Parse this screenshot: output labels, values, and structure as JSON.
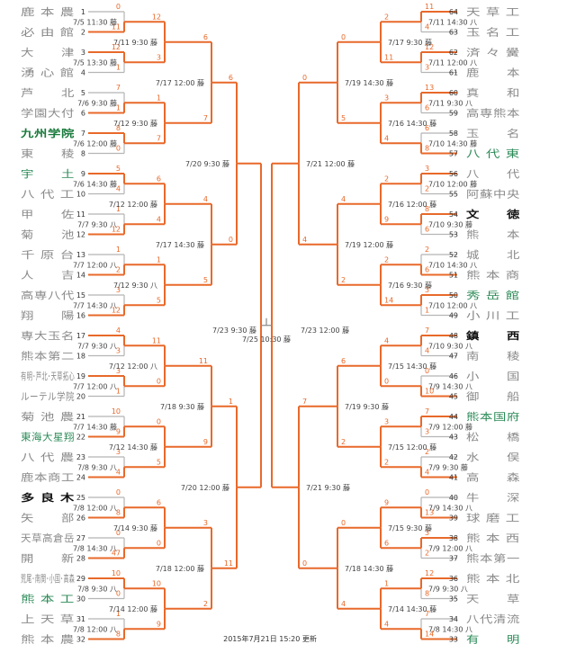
{
  "left_teams": [
    {
      "num": "1",
      "name": "鹿 本 農",
      "style": "loser"
    },
    {
      "num": "2",
      "name": "必 由 館",
      "style": "loser"
    },
    {
      "num": "3",
      "name": "大　　津",
      "style": "loser"
    },
    {
      "num": "4",
      "name": "湧 心 館",
      "style": "loser"
    },
    {
      "num": "5",
      "name": "芦　　北",
      "style": "loser"
    },
    {
      "num": "6",
      "name": "学園大付",
      "style": "loser"
    },
    {
      "num": "7",
      "name": "九州学院",
      "style": "big_green"
    },
    {
      "num": "8",
      "name": "東　　稜",
      "style": "loser"
    },
    {
      "num": "9",
      "name": "宇　　土",
      "style": "green"
    },
    {
      "num": "10",
      "name": "八 代 工",
      "style": "loser"
    },
    {
      "num": "11",
      "name": "甲　　佐",
      "style": "loser"
    },
    {
      "num": "12",
      "name": "菊　　池",
      "style": "loser"
    },
    {
      "num": "13",
      "name": "千 原 台",
      "style": "loser"
    },
    {
      "num": "14",
      "name": "人　　吉",
      "style": "loser"
    },
    {
      "num": "15",
      "name": "高専八代",
      "style": "loser"
    },
    {
      "num": "16",
      "name": "翔　　陽",
      "style": "loser"
    },
    {
      "num": "17",
      "name": "専大玉名",
      "style": "loser"
    },
    {
      "num": "18",
      "name": "熊本第二",
      "style": "loser"
    },
    {
      "num": "19",
      "name": "有明･芦北･天草拓心",
      "style": "loser"
    },
    {
      "num": "20",
      "name": "ルーテル学院",
      "style": "loser"
    },
    {
      "num": "21",
      "name": "菊 池 農",
      "style": "loser"
    },
    {
      "num": "22",
      "name": "東海大星翔",
      "style": "green"
    },
    {
      "num": "23",
      "name": "八 代 農",
      "style": "loser"
    },
    {
      "num": "24",
      "name": "鹿本商工",
      "style": "loser"
    },
    {
      "num": "25",
      "name": "多 良 木",
      "style": "big_black"
    },
    {
      "num": "26",
      "name": "矢　　部",
      "style": "loser"
    },
    {
      "num": "27",
      "name": "天草高倉岳",
      "style": "loser"
    },
    {
      "num": "28",
      "name": "開　　新",
      "style": "loser"
    },
    {
      "num": "29",
      "name": "荒尾･南関･小国･高森",
      "style": "loser"
    },
    {
      "num": "30",
      "name": "熊 本 工",
      "style": "green"
    },
    {
      "num": "31",
      "name": "上 天 草",
      "style": "loser"
    },
    {
      "num": "32",
      "name": "熊 本 農",
      "style": "loser"
    }
  ],
  "right_teams": [
    {
      "num": "64",
      "name": "天 草 工",
      "style": "loser"
    },
    {
      "num": "63",
      "name": "玉 名 工",
      "style": "loser"
    },
    {
      "num": "62",
      "name": "済 々 黌",
      "style": "loser"
    },
    {
      "num": "61",
      "name": "鹿　　本",
      "style": "loser"
    },
    {
      "num": "60",
      "name": "真　　和",
      "style": "loser"
    },
    {
      "num": "59",
      "name": "高専熊本",
      "style": "loser"
    },
    {
      "num": "58",
      "name": "玉　　名",
      "style": "loser"
    },
    {
      "num": "57",
      "name": "八 代 東",
      "style": "green"
    },
    {
      "num": "56",
      "name": "八　　代",
      "style": "loser"
    },
    {
      "num": "55",
      "name": "阿蘇中央",
      "style": "loser"
    },
    {
      "num": "54",
      "name": "文　　徳",
      "style": "big_black"
    },
    {
      "num": "53",
      "name": "熊　　本",
      "style": "loser"
    },
    {
      "num": "52",
      "name": "城　　北",
      "style": "loser"
    },
    {
      "num": "51",
      "name": "熊 本 商",
      "style": "loser"
    },
    {
      "num": "50",
      "name": "秀 岳 館",
      "style": "green"
    },
    {
      "num": "49",
      "name": "小 川 工",
      "style": "loser"
    },
    {
      "num": "48",
      "name": "鎮　　西",
      "style": "big_black"
    },
    {
      "num": "47",
      "name": "南　　稜",
      "style": "loser"
    },
    {
      "num": "46",
      "name": "小　　国",
      "style": "loser"
    },
    {
      "num": "45",
      "name": "御　　船",
      "style": "loser"
    },
    {
      "num": "44",
      "name": "熊本国府",
      "style": "green"
    },
    {
      "num": "43",
      "name": "松　　橋",
      "style": "loser"
    },
    {
      "num": "42",
      "name": "水　　俣",
      "style": "loser"
    },
    {
      "num": "41",
      "name": "高　　森",
      "style": "loser"
    },
    {
      "num": "40",
      "name": "牛　　深",
      "style": "loser"
    },
    {
      "num": "39",
      "name": "球 磨 工",
      "style": "loser"
    },
    {
      "num": "38",
      "name": "熊 本 西",
      "style": "loser"
    },
    {
      "num": "37",
      "name": "熊本第一",
      "style": "loser"
    },
    {
      "num": "36",
      "name": "熊 本 北",
      "style": "loser"
    },
    {
      "num": "35",
      "name": "天　　草",
      "style": "loser"
    },
    {
      "num": "34",
      "name": "八代清流",
      "style": "loser"
    },
    {
      "num": "33",
      "name": "有　　明",
      "style": "green"
    }
  ],
  "left_r1": [
    {
      "time": "7/5 11:30 藤",
      "s": [
        "0",
        "11"
      ],
      "w": 1
    },
    {
      "time": "7/5 13:30 藤",
      "s": [
        "12",
        "1"
      ],
      "w": 0
    },
    {
      "time": "7/6 9:30 藤",
      "s": [
        "7",
        "1"
      ],
      "w": 1
    },
    {
      "time": "7/6 12:00 藤",
      "s": [
        "8",
        "0"
      ],
      "w": 0
    },
    {
      "time": "7/6 14:30 藤",
      "s": [
        "5",
        "4"
      ],
      "w": 0
    },
    {
      "time": "7/7 9:30 八",
      "s": [
        "1",
        "12"
      ],
      "w": 1
    },
    {
      "time": "7/7 12:00 八",
      "s": [
        "1",
        "2"
      ],
      "w": 1
    },
    {
      "time": "7/7 14:30 八",
      "s": [
        "3",
        "12"
      ],
      "w": 1
    },
    {
      "time": "7/7 9:30 八",
      "s": [
        "4",
        "3"
      ],
      "w": 0
    },
    {
      "time": "7/7 12:00 八",
      "s": [
        "3",
        "1"
      ],
      "w": 0
    },
    {
      "time": "7/7 14:30 藤",
      "s": [
        "10",
        "9"
      ],
      "w": 1
    },
    {
      "time": "7/8 9:30 八",
      "s": [
        "3",
        "4"
      ],
      "w": 1
    },
    {
      "time": "7/8 12:00 八",
      "s": [
        "0",
        "8"
      ],
      "w": 1
    },
    {
      "time": "7/8 14:30 八",
      "s": [
        "0",
        "47"
      ],
      "w": 1
    },
    {
      "time": "7/8 9:30 八",
      "s": [
        "10",
        "0"
      ],
      "w": 0
    },
    {
      "time": "7/8 12:00 八",
      "s": [
        "1",
        "8"
      ],
      "w": 1
    }
  ],
  "left_r2": [
    {
      "time": "7/11 9:30 藤",
      "s": [
        "12",
        "3"
      ],
      "w": 0
    },
    {
      "time": "7/12 9:30 藤",
      "s": [
        "1",
        "7"
      ],
      "w": 1
    },
    {
      "time": "7/12 12:00 藤",
      "s": [
        "6",
        "4"
      ],
      "w": 0
    },
    {
      "time": "7/12 9:30 八",
      "s": [
        "1",
        "5"
      ],
      "w": 1
    },
    {
      "time": "7/12 12:00 八",
      "s": [
        "11",
        "0"
      ],
      "w": 0
    },
    {
      "time": "7/12 14:30 藤",
      "s": [
        "0",
        "5"
      ],
      "w": 1
    },
    {
      "time": "7/14 9:30 藤",
      "s": [
        "6",
        "0"
      ],
      "w": 0
    },
    {
      "time": "7/14 12:00 藤",
      "s": [
        "10",
        "9"
      ],
      "w": 0
    }
  ],
  "left_r3": [
    {
      "time": "7/17 12:00 藤",
      "s": [
        "6",
        "7"
      ],
      "w": 1
    },
    {
      "time": "7/17 14:30 藤",
      "s": [
        "4",
        "5"
      ],
      "w": 1
    },
    {
      "time": "7/18 9:30 藤",
      "s": [
        "11",
        "9"
      ],
      "w": 0
    },
    {
      "time": "7/18 12:00 藤",
      "s": [
        "3",
        "2"
      ],
      "w": 0
    }
  ],
  "left_r4": [
    {
      "time": "7/20 9:30 藤",
      "s": [
        "6",
        "0"
      ],
      "w": 0
    },
    {
      "time": "7/20 12:00 藤",
      "s": [
        "1",
        "11"
      ],
      "w": 1
    }
  ],
  "left_sf": {
    "time": "7/23 9:30 藤"
  },
  "final": {
    "time": "7/25 10:30 藤"
  },
  "right_sf": {
    "time": "7/23 12:00 藤"
  },
  "right_r4": [
    {
      "time": "7/21 12:00 藤",
      "s": [
        "0",
        "4"
      ],
      "w": 1
    },
    {
      "time": "7/21 9:30 藤",
      "s": [
        "7",
        "0"
      ],
      "w": 0
    }
  ],
  "right_r3": [
    {
      "time": "7/19 14:30 藤",
      "s": [
        "0",
        "5"
      ],
      "w": 1
    },
    {
      "time": "7/19 12:00 藤",
      "s": [
        "4",
        "2"
      ],
      "w": 0
    },
    {
      "time": "7/19 9:30 藤",
      "s": [
        "6",
        "2"
      ],
      "w": 0
    },
    {
      "time": "7/18 14:30 藤",
      "s": [
        "0",
        "4"
      ],
      "w": 1
    }
  ],
  "right_r2": [
    {
      "time": "7/17 9:30 藤",
      "s": [
        "2",
        "11"
      ],
      "w": 1
    },
    {
      "time": "7/16 14:30 藤",
      "s": [
        "3",
        "4"
      ],
      "w": 1
    },
    {
      "time": "7/16 12:00 藤",
      "s": [
        "2",
        "9"
      ],
      "w": 1
    },
    {
      "time": "7/16 9:30 藤",
      "s": [
        "2",
        "14"
      ],
      "w": 1
    },
    {
      "time": "7/15 14:30 藤",
      "s": [
        "4",
        "0"
      ],
      "w": 0
    },
    {
      "time": "7/15 12:00 藤",
      "s": [
        "3",
        "2"
      ],
      "w": 0
    },
    {
      "time": "7/15 9:30 藤",
      "s": [
        "9",
        "6"
      ],
      "w": 0
    },
    {
      "time": "7/14 14:30 藤",
      "s": [
        "1",
        "4"
      ],
      "w": 1
    }
  ],
  "right_r1": [
    {
      "time": "7/11 14:30 八",
      "s": [
        "11",
        "4"
      ],
      "w": 0
    },
    {
      "time": "7/11 12:00 八",
      "s": [
        "12",
        "3"
      ],
      "w": 0
    },
    {
      "time": "7/11 9:30 八",
      "s": [
        "13",
        "6"
      ],
      "w": 0
    },
    {
      "time": "7/10 14:30 藤",
      "s": [
        "6",
        "8"
      ],
      "w": 1
    },
    {
      "time": "7/10 12:00 藤",
      "s": [
        "3",
        "2"
      ],
      "w": 0
    },
    {
      "time": "7/10 9:30 藤",
      "s": [
        "8",
        "6"
      ],
      "w": 0
    },
    {
      "time": "7/10 14:30 八",
      "s": [
        "2",
        "6"
      ],
      "w": 1
    },
    {
      "time": "7/10 12:00 八",
      "s": [
        "3",
        "1"
      ],
      "w": 0
    },
    {
      "time": "7/10 9:30 八",
      "s": [
        "7",
        "4"
      ],
      "w": 0
    },
    {
      "time": "7/9 14:30 八",
      "s": [
        "0",
        "10"
      ],
      "w": 1
    },
    {
      "time": "7/9 12:00 藤",
      "s": [
        "7",
        "3"
      ],
      "w": 0
    },
    {
      "time": "7/9 9:30 藤",
      "s": [
        "2",
        "4"
      ],
      "w": 1
    },
    {
      "time": "7/9 14:30 八",
      "s": [
        "0",
        "13"
      ],
      "w": 1
    },
    {
      "time": "7/9 12:00 八",
      "s": [
        "3",
        "2"
      ],
      "w": 0
    },
    {
      "time": "7/9 9:30 八",
      "s": [
        "12",
        "8"
      ],
      "w": 0
    },
    {
      "time": "7/8 14:30 八",
      "s": [
        "7",
        "14"
      ],
      "w": 1
    }
  ],
  "updated": "2015年7月21日 15:20 更新",
  "colors": {
    "win": "#e8692a",
    "lose": "#b5b5b5",
    "champ": "#888888",
    "name": "#8a8a8a",
    "green": "#2b8a57",
    "greenBig": "#1a7a3c",
    "black": "#111111",
    "number": "#333333"
  }
}
